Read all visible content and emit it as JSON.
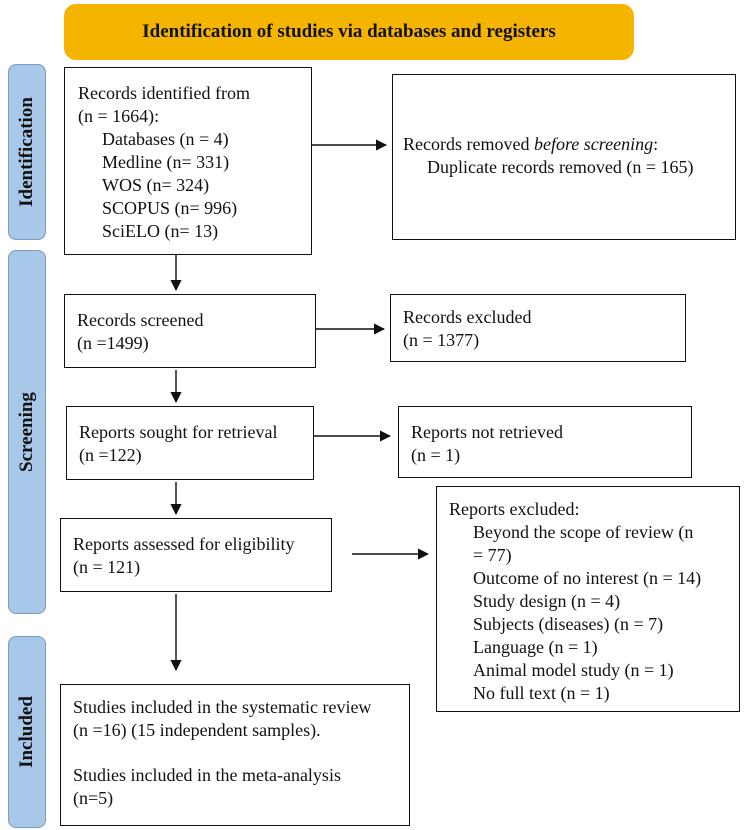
{
  "header": {
    "title": "Identification of studies via databases and registers"
  },
  "phases": {
    "identification": "Identification",
    "screening": "Screening",
    "included": "Included"
  },
  "identified": {
    "title": "Records identified from",
    "total": "(n = 1664):",
    "sources": [
      "Databases (n = 4)",
      "Medline (n= 331)",
      "WOS (n= 324)",
      "SCOPUS (n= 996)",
      "SciELO (n= 13)"
    ]
  },
  "removed": {
    "prefix": "Records removed ",
    "italic": "before screening",
    "suffix": ":",
    "line2": "Duplicate records removed (n = 165)"
  },
  "screened": {
    "line1": "Records screened",
    "line2": "(n =1499)"
  },
  "excluded_records": {
    "line1": "Records excluded",
    "line2": "(n = 1377)"
  },
  "sought": {
    "line1": "Reports sought for retrieval",
    "line2": "(n =122)"
  },
  "not_retrieved": {
    "line1": "Reports not retrieved",
    "line2": "(n = 1)"
  },
  "assessed": {
    "line1": "Reports assessed for eligibility",
    "line2": "(n = 121)"
  },
  "reports_excluded": {
    "title": "Reports excluded:",
    "items": [
      "Beyond the scope of review (n",
      "= 77)",
      "Outcome of no interest (n = 14)",
      "Study design (n = 4)",
      "Subjects (diseases) (n = 7)",
      "Language (n = 1)",
      "Animal model study (n = 1)",
      "No full text (n = 1)"
    ]
  },
  "included_box": {
    "line1": "Studies included in the systematic review",
    "line2": "(n =16) (15 independent samples).",
    "line3": "Studies included in the meta-analysis",
    "line4": "(n=5)"
  }
}
